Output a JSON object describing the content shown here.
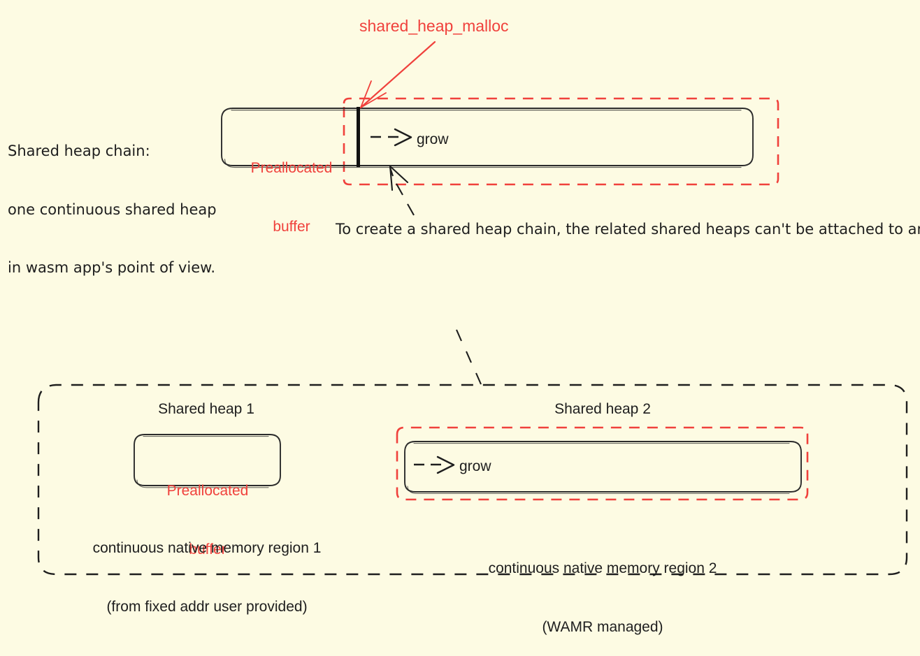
{
  "colors": {
    "background": "#fdfbe3",
    "ink": "#1e1e1e",
    "accent_red": "#f0413c"
  },
  "diagram": {
    "title_note": {
      "lines": [
        "Shared heap chain:",
        "one continuous shared heap",
        "in wasm app's point of view."
      ],
      "line1": "Shared heap chain:",
      "line2": "one continuous shared heap",
      "line3": "in wasm app's point of view."
    },
    "callout": {
      "malloc_label": "shared_heap_malloc"
    },
    "top_bar": {
      "preallocated_label_line1": "Preallocated",
      "preallocated_label_line2": "buffer",
      "grow_label": "grow",
      "grow_arrow_glyph": "--≻"
    },
    "middle_note": {
      "text": "To create a shared heap chain, the related shared heaps can't be attached to any wasm apps"
    },
    "bottom_container": {
      "heap1": {
        "title": "Shared heap 1",
        "box_label_line1": "Preallocated",
        "box_label_line2": "buffer",
        "caption_line1": "continuous native memory region 1",
        "caption_line2": "(from fixed addr user provided)"
      },
      "heap2": {
        "title": "Shared heap 2",
        "grow_label": "grow",
        "grow_arrow_glyph": "--≻",
        "caption_line1": "continuous native memory region 2",
        "caption_line2": "(WAMR managed)"
      }
    }
  }
}
